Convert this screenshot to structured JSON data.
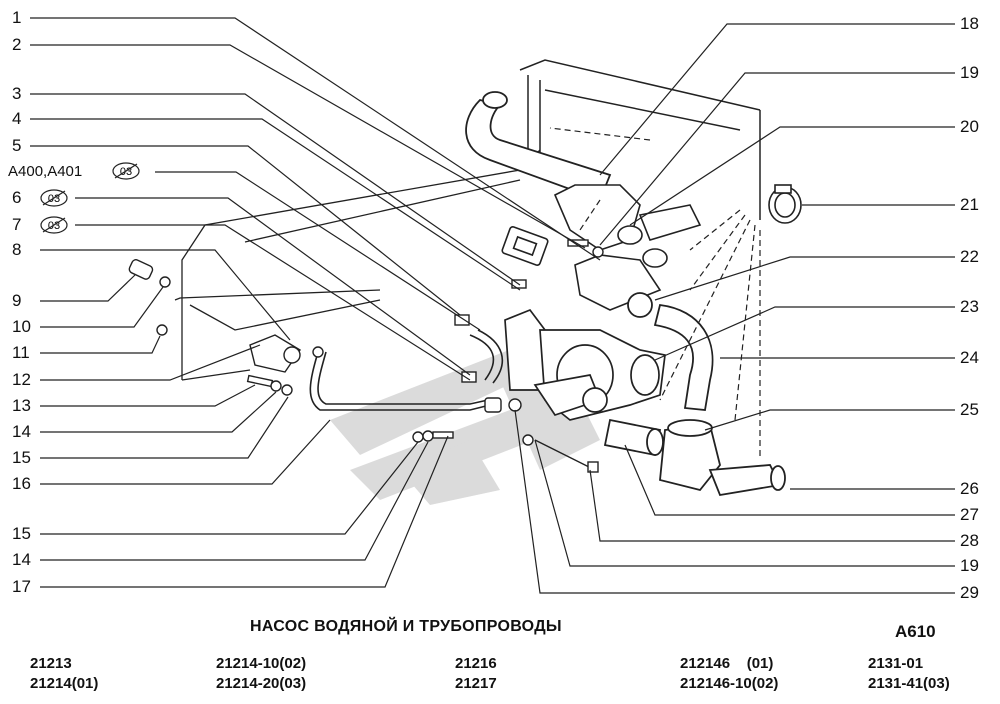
{
  "title": "НАСОС ВОДЯНОЙ И ТРУБОПРОВОДЫ",
  "page_code": "A610",
  "callouts_left": [
    "1",
    "2",
    "3",
    "4",
    "5",
    "A400,A401",
    "6",
    "7",
    "8",
    "9",
    "10",
    "11",
    "12",
    "13",
    "14",
    "15",
    "16",
    "15",
    "14",
    "17"
  ],
  "callouts_right": [
    "18",
    "19",
    "20",
    "21",
    "22",
    "23",
    "24",
    "25",
    "26",
    "27",
    "28",
    "19",
    "29"
  ],
  "badges": [
    "03",
    "03",
    "03"
  ],
  "models": {
    "col1": [
      "21213",
      "21214(01)"
    ],
    "col2": [
      "21214-10(02)",
      "21214-20(03)"
    ],
    "col3": [
      "21216",
      "21217"
    ],
    "col4": [
      "212146    (01)",
      "212146-10(02)"
    ],
    "col5": [
      "2131-01",
      "2131-41(03)"
    ]
  }
}
